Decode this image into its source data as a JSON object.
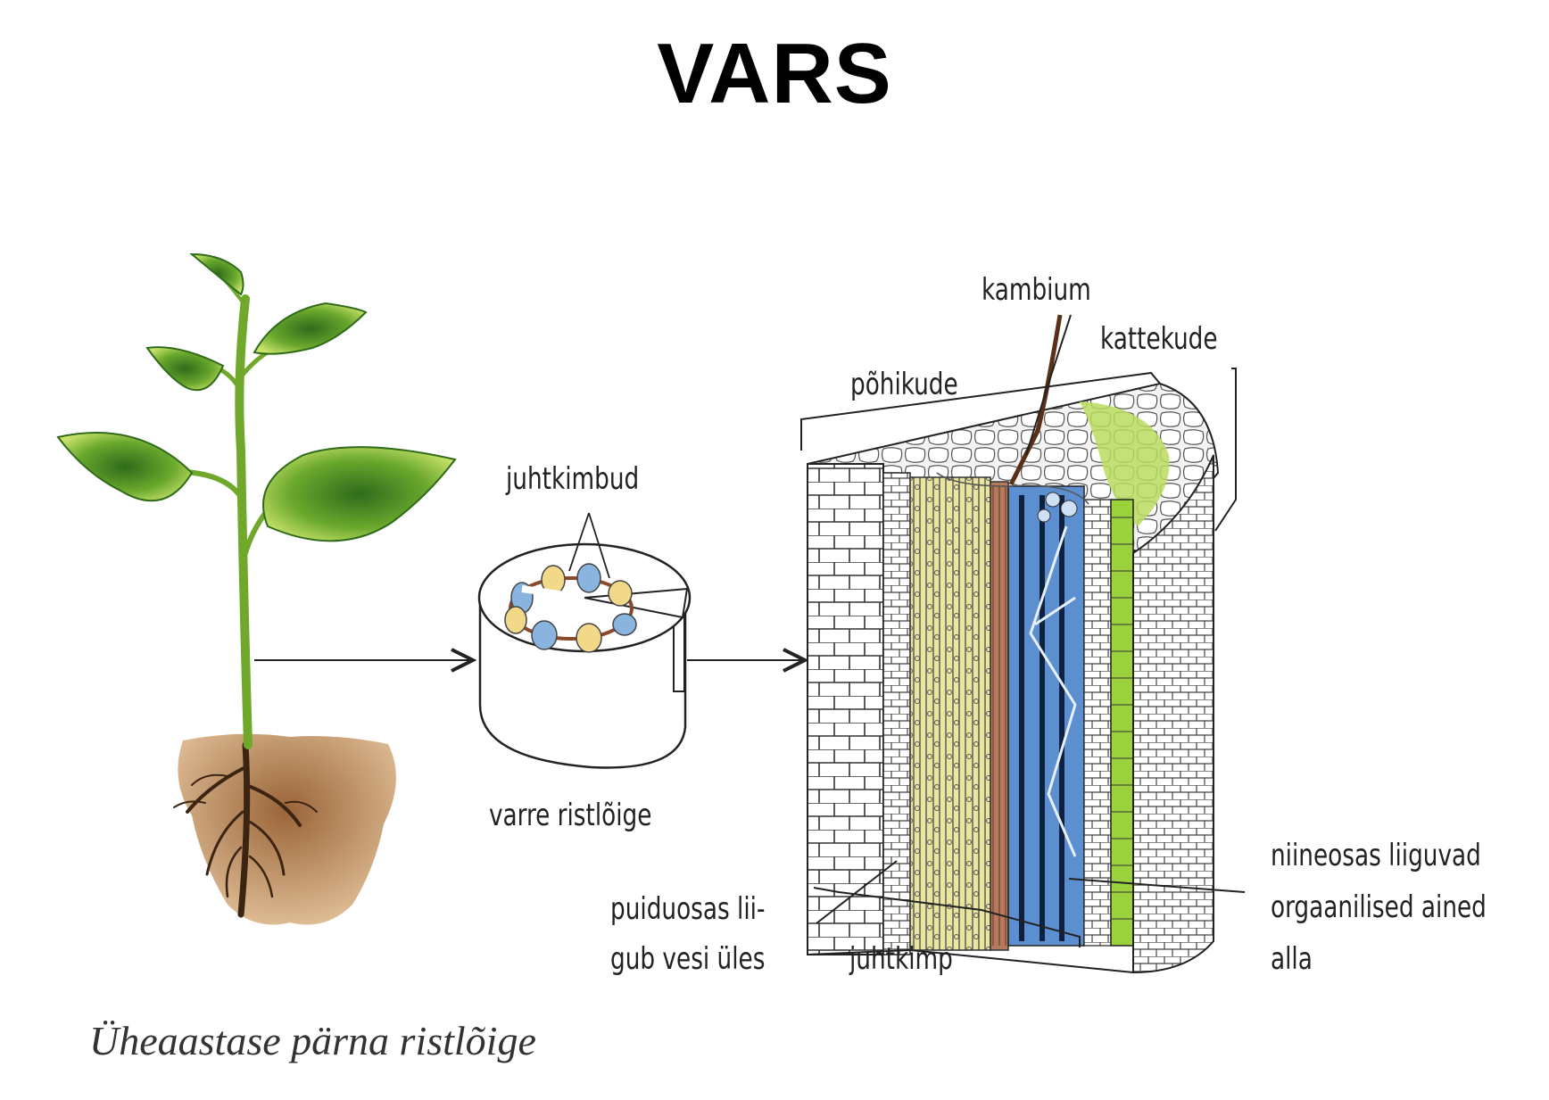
{
  "title": "VARS",
  "labels": {
    "kambium": "kambium",
    "kattekude": "kattekude",
    "pohikude": "põhikude",
    "juhtkimbud": "juhtkimbud",
    "varre_ristloige": "varre ristlõige",
    "puiduosas_1": "puiduosas lii-",
    "puiduosas_2": "gub vesi üles",
    "juhtkimp": "juhtkimp",
    "niineosas_1": "niineosas liiguvad",
    "niineosas_2": "orgaanilised ained",
    "niineosas_3": "alla"
  },
  "caption": "Üheaastase pärna ristlõige",
  "colors": {
    "leaf": "#8fc23a",
    "leaf_dark": "#2f6b1a",
    "soil": "#b07a4a",
    "root": "#3b2412",
    "phloem": "#5b8fd0",
    "xylem": "#e8e39a",
    "cambium": "#8a4a2a",
    "bark_green": "#9bd13c"
  }
}
